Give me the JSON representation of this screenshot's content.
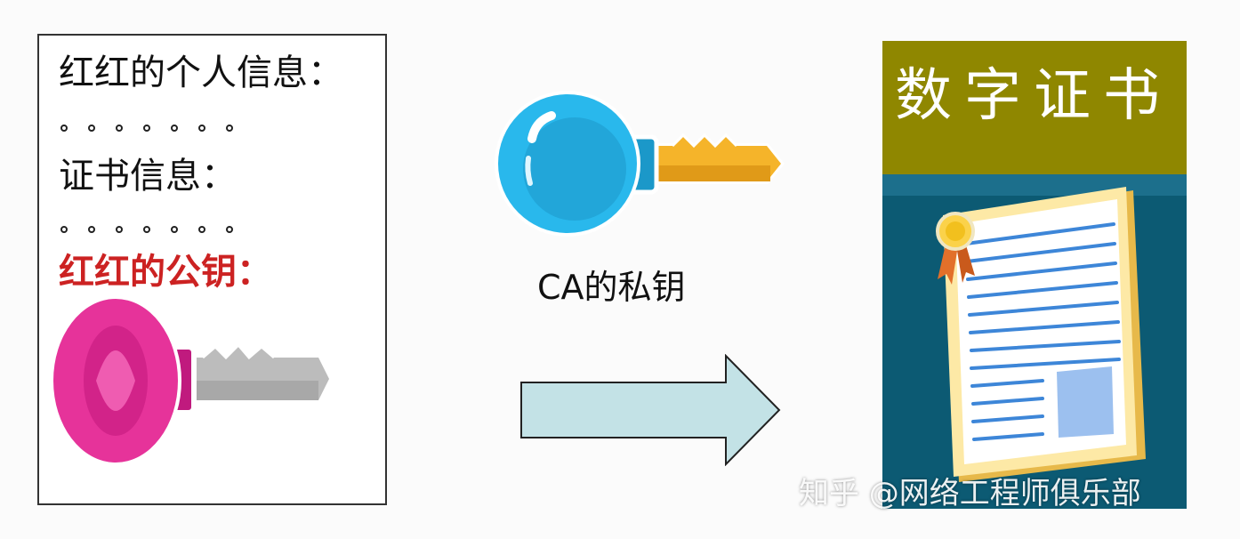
{
  "info_card": {
    "line1": "红红的个人信息：",
    "line3": "证书信息：",
    "line5": "红红的公钥："
  },
  "ca_key": {
    "label": "CA的私钥"
  },
  "certificate": {
    "title": "数字证书"
  },
  "watermark": "知乎 @网络工程师俱乐部",
  "icons": [
    "pink-public-key-icon",
    "blue-private-key-icon",
    "right-arrow-icon",
    "certificate-document-icon",
    "seal-ribbon-icon"
  ],
  "colors": {
    "highlight_text": "#cc2222",
    "pink_key": "#e6339a",
    "blue_key": "#29b8ec",
    "gold_blade": "#f5b42a",
    "cert_header": "#8f8700",
    "cert_body": "#0c5a73",
    "arrow_fill": "#c3e2e6"
  }
}
